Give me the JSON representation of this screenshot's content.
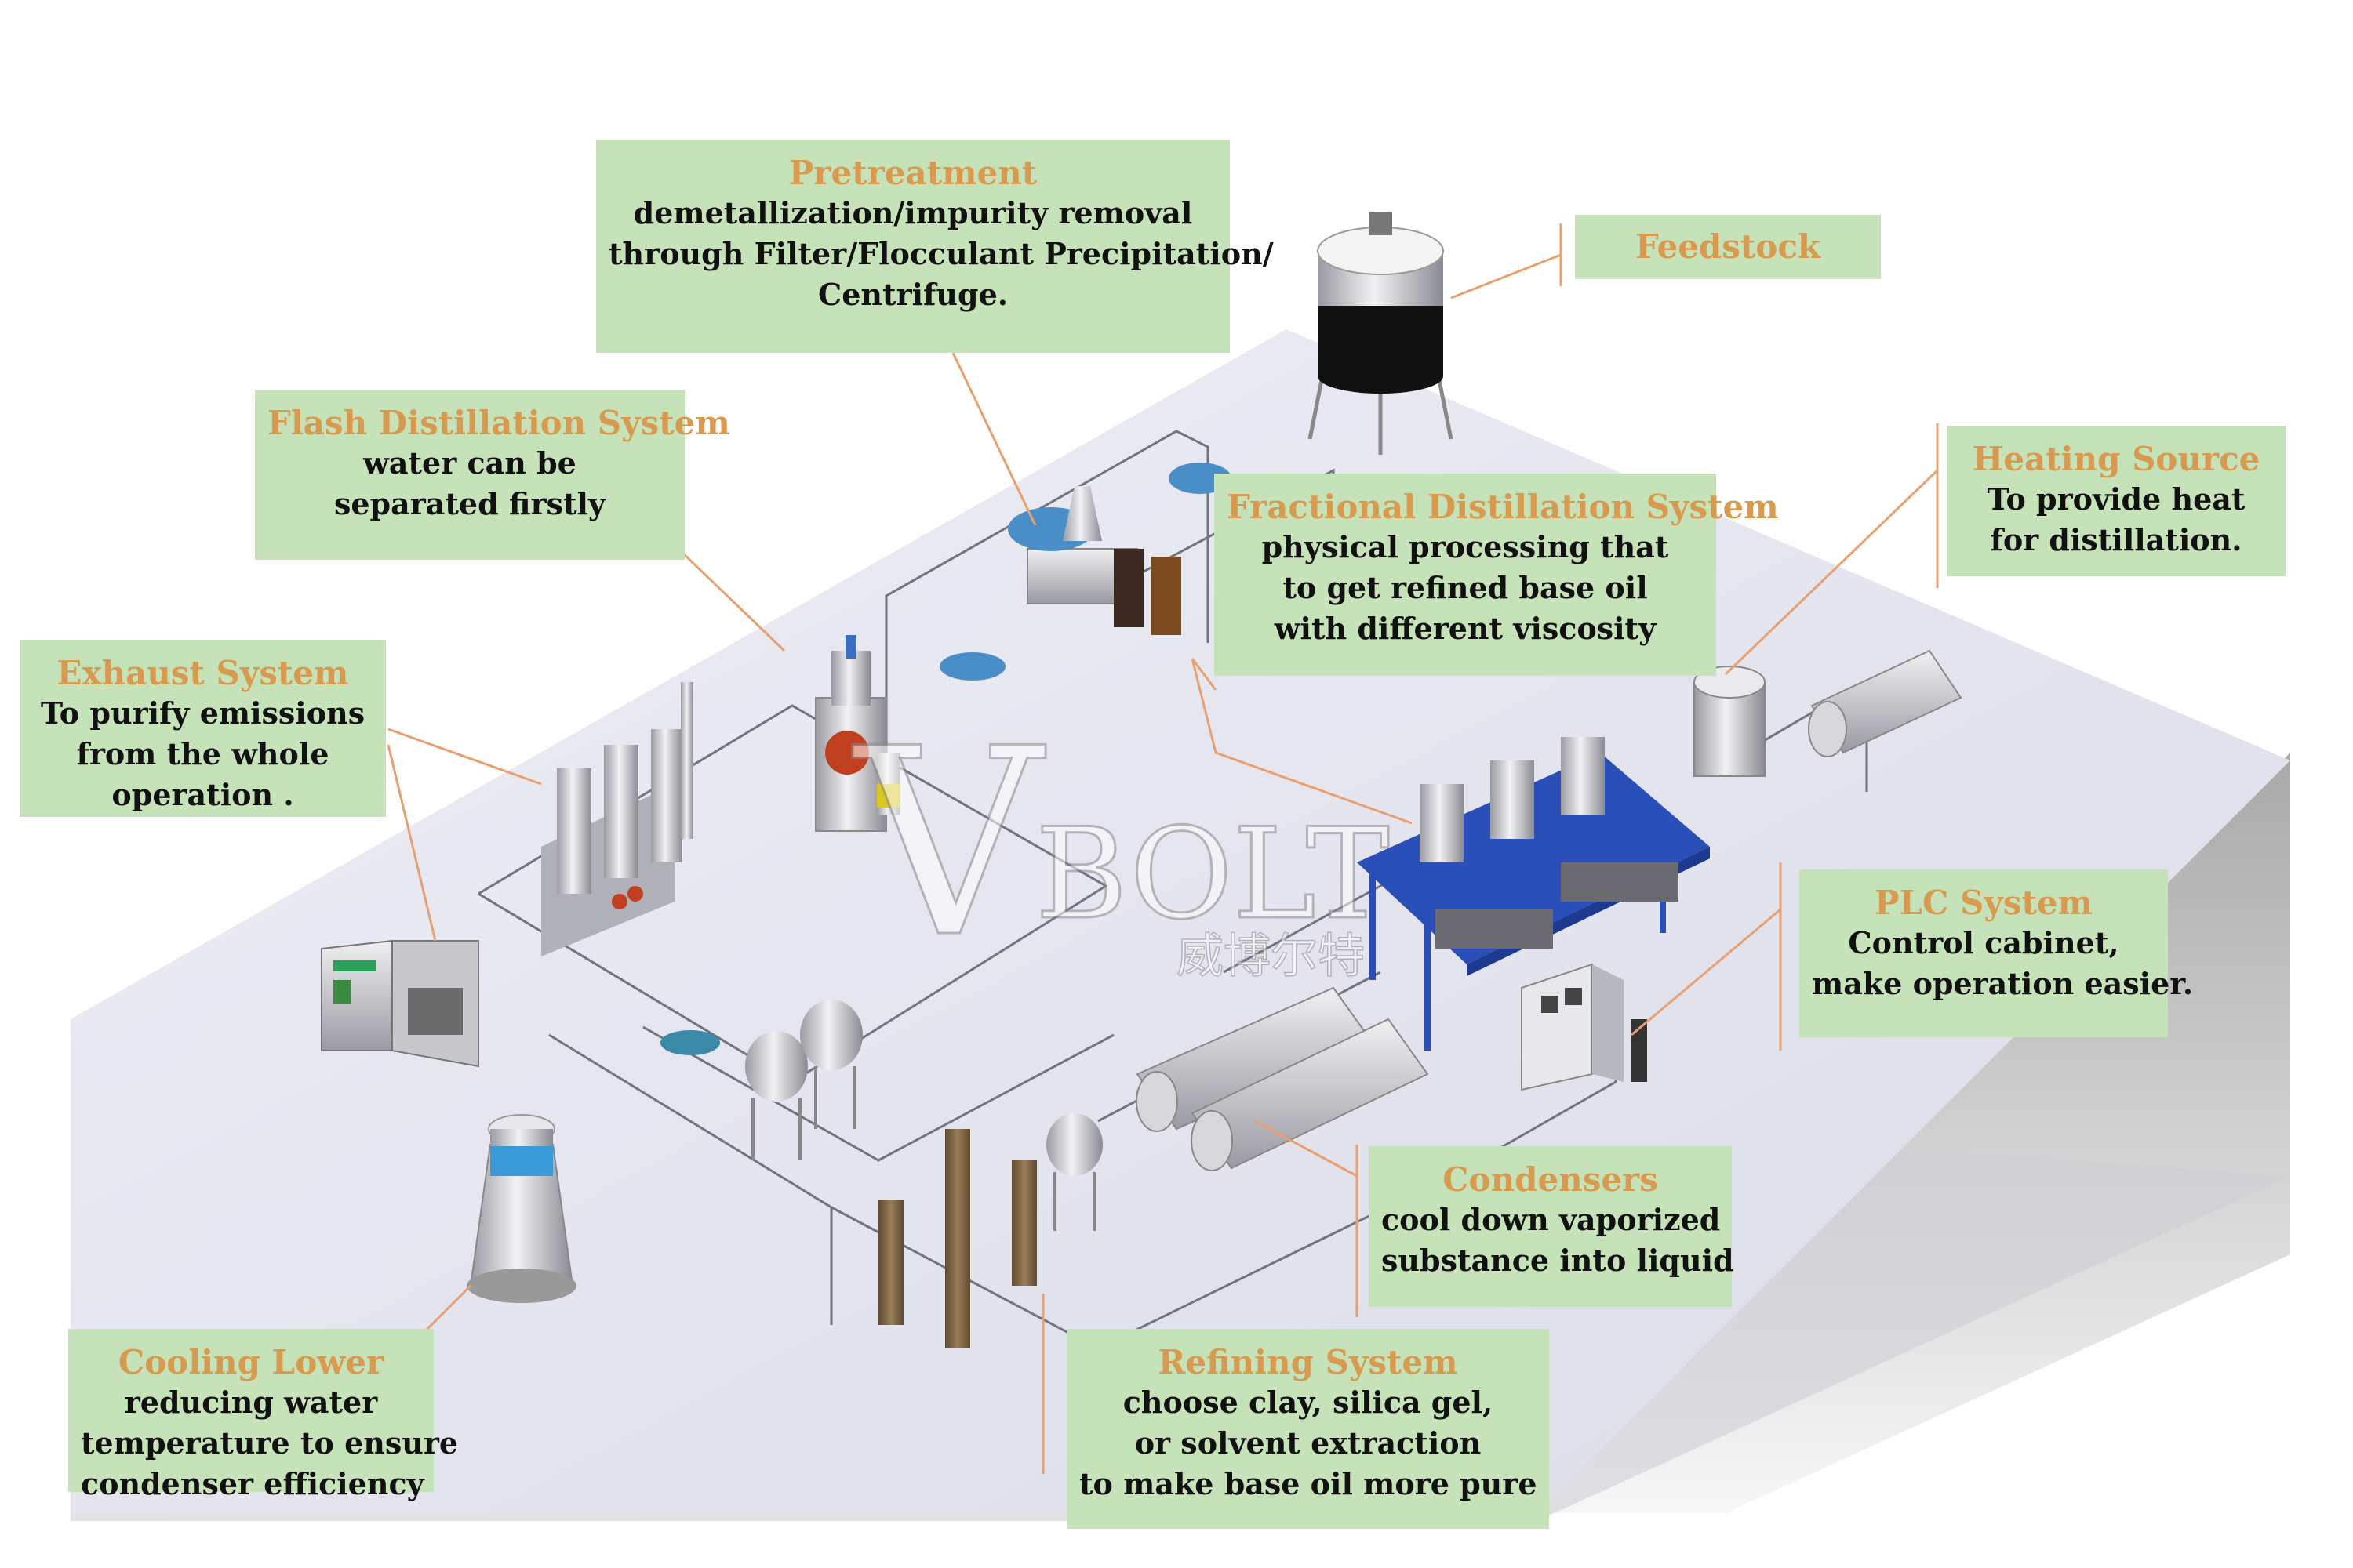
{
  "watermark": {
    "brand": "VBOLT",
    "chinese": "威博尔特"
  },
  "callouts": {
    "pretreatment": {
      "title": "Pretreatment",
      "lines": [
        "demetallization/impurity removal",
        "through Filter/Flocculant Precipitation/",
        "Centrifuge."
      ]
    },
    "feedstock": {
      "title": "Feedstock"
    },
    "flash": {
      "title": "Flash Distillation System",
      "lines": [
        "water can be",
        "separated firstly"
      ]
    },
    "heating": {
      "title": "Heating Source",
      "lines": [
        "To provide heat",
        "for distillation."
      ]
    },
    "fractional": {
      "title": "Fractional Distillation System",
      "lines": [
        "physical processing that",
        "to get refined base oil",
        "with different viscosity"
      ]
    },
    "exhaust": {
      "title": "Exhaust System",
      "lines": [
        "To purify emissions",
        "from the whole",
        "operation ."
      ]
    },
    "plc": {
      "title": "PLC System",
      "lines": [
        "Control cabinet,",
        "make operation easier."
      ]
    },
    "condensers": {
      "title": "Condensers",
      "lines": [
        "cool down vaporized",
        "substance into liquid"
      ]
    },
    "cooling": {
      "title": "Cooling Lower",
      "lines": [
        "reducing water",
        "temperature to ensure",
        "condenser efficiency"
      ]
    },
    "refining": {
      "title": "Refining System",
      "lines": [
        "choose clay, silica gel,",
        "or solvent extraction",
        "to make base oil more pure"
      ]
    }
  },
  "colors": {
    "callout_bg": "#c6e2b9",
    "title": "#d89a4e",
    "body_text": "#111111",
    "leader_line": "#e8a070",
    "floor": "#e6e6f2",
    "platform_blue": "#2a4fb8"
  }
}
